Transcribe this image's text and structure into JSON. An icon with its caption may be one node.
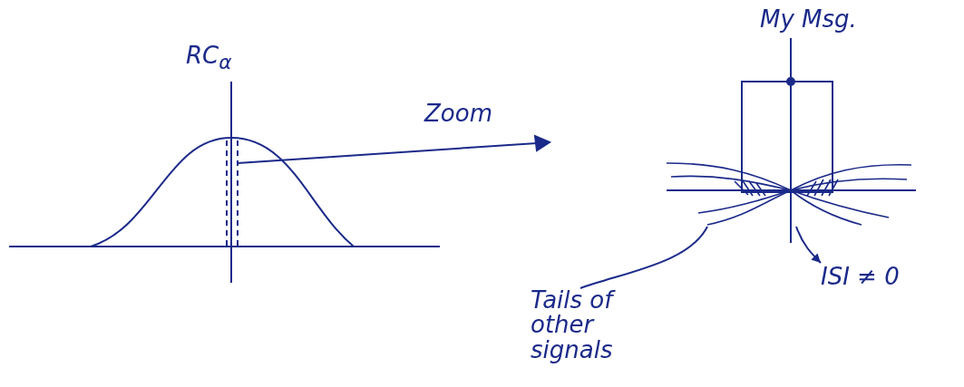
{
  "diagram": {
    "nodes": [
      {
        "text": [
          "Tails of other signals"
        ]
      },
      {
        "text": [
          "ISI ≠ 0"
        ]
      },
      {
        "text": [],
        "shape": "picture"
      }
    ],
    "edges": [
      {
        "from": 0,
        "to": 2,
        "arrow": "none"
      },
      {
        "from": 2,
        "to": 1,
        "arrow": "to"
      }
    ],
    "labels": [
      "RC$_{α}$",
      "Zoom",
      "My Msg."
    ]
  }
}
